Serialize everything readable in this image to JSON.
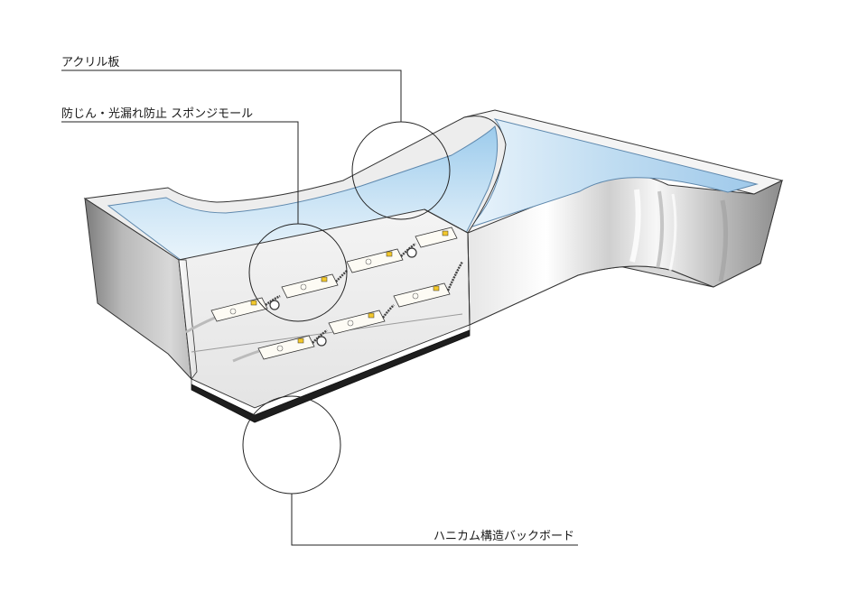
{
  "callouts": {
    "acrylic": "アクリル板",
    "sponge": "防じん・光漏れ防止 スポンジモール",
    "backboard": "ハニカム構造バックボード"
  },
  "colors": {
    "acrylic_blue": "#bcdcf2",
    "acrylic_edge": "#8fbbe0",
    "frame_light": "#f2f2f2",
    "frame_mid": "#c8c8c8",
    "frame_dark": "#8a8a8a",
    "board_black": "#1e1e1e",
    "led_module": "#fdfbf4",
    "led_chip": "#f2c72b"
  }
}
